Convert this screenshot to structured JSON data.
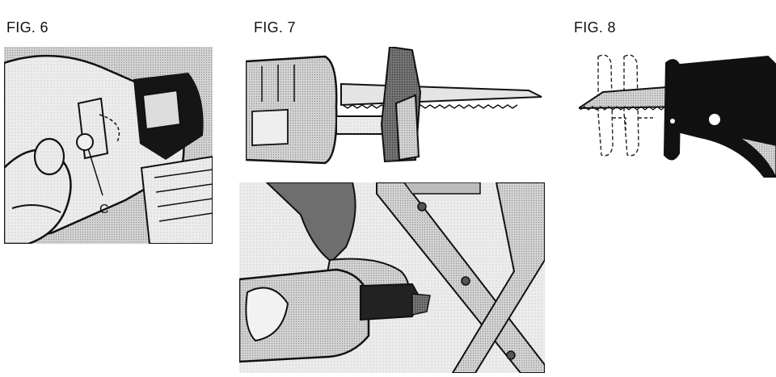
{
  "figures": [
    {
      "label": "FIG. 6",
      "callout": "C"
    },
    {
      "label": "FIG. 7"
    },
    {
      "label": "FIG. 8"
    }
  ]
}
